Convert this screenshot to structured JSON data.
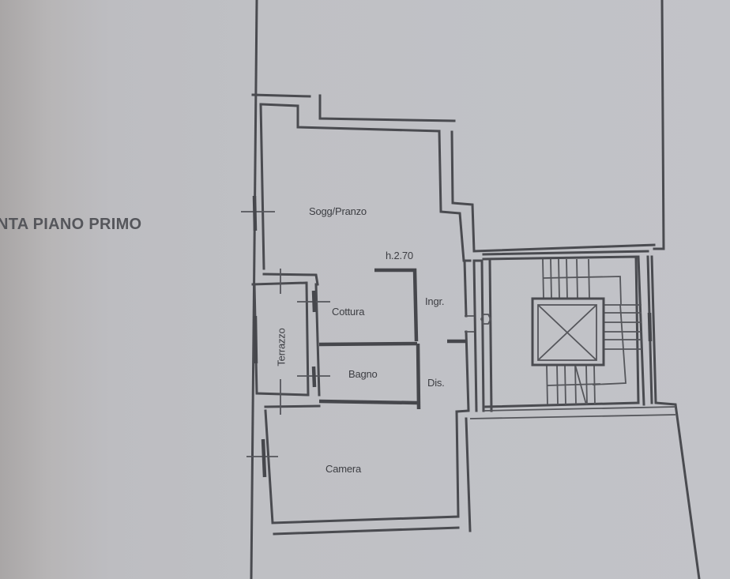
{
  "drawing": {
    "title": "NTA PIANO PRIMO",
    "ceiling_height": "h.2.70"
  },
  "rooms": {
    "soggiorno_pranzo": "Sogg/Pranzo",
    "cottura": "Cottura",
    "ingresso": "Ingr.",
    "terrazzo": "Terrazzo",
    "bagno": "Bagno",
    "disimpegno": "Dis.",
    "camera": "Camera"
  },
  "symbols": {
    "elevator": "elevator-shaft",
    "stairs": "staircase",
    "door_intercom": "entry-fixture"
  },
  "colors": {
    "paper": "#c0c1c6",
    "line": "#4a4b50",
    "text": "#3d3e43"
  }
}
